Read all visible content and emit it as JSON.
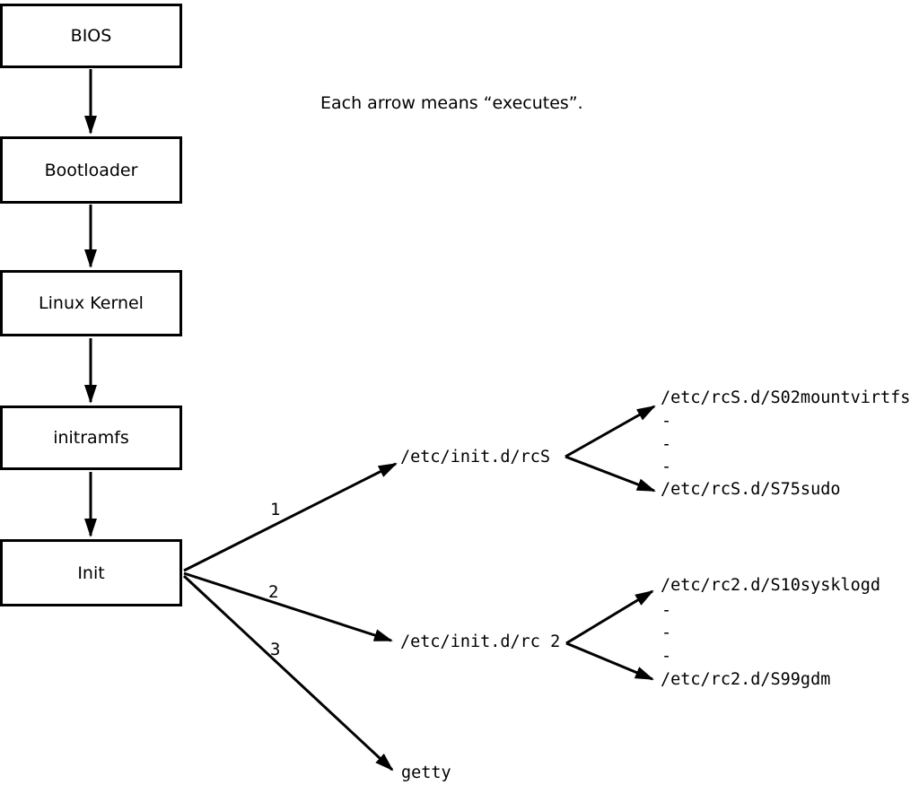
{
  "caption": "Each arrow means “executes”.",
  "colors": {
    "ink": "#000000",
    "background": "#ffffff"
  },
  "boxes": [
    {
      "label": "BIOS"
    },
    {
      "label": "Bootloader"
    },
    {
      "label": "Linux Kernel"
    },
    {
      "label": "initramfs"
    },
    {
      "label": "Init"
    }
  ],
  "edge_labels": [
    "1",
    "2",
    "3"
  ],
  "init_targets": {
    "rcs": "/etc/init.d/rcS",
    "rc2": "/etc/init.d/rc 2",
    "getty": "getty"
  },
  "rcs_group": {
    "first": "/etc/rcS.d/S02mountvirtfs",
    "dashes": [
      "-",
      "-",
      "-"
    ],
    "last": "/etc/rcS.d/S75sudo"
  },
  "rc2_group": {
    "first": "/etc/rc2.d/S10sysklogd",
    "dashes": [
      "-",
      "-",
      "-"
    ],
    "last": "/etc/rc2.d/S99gdm"
  }
}
